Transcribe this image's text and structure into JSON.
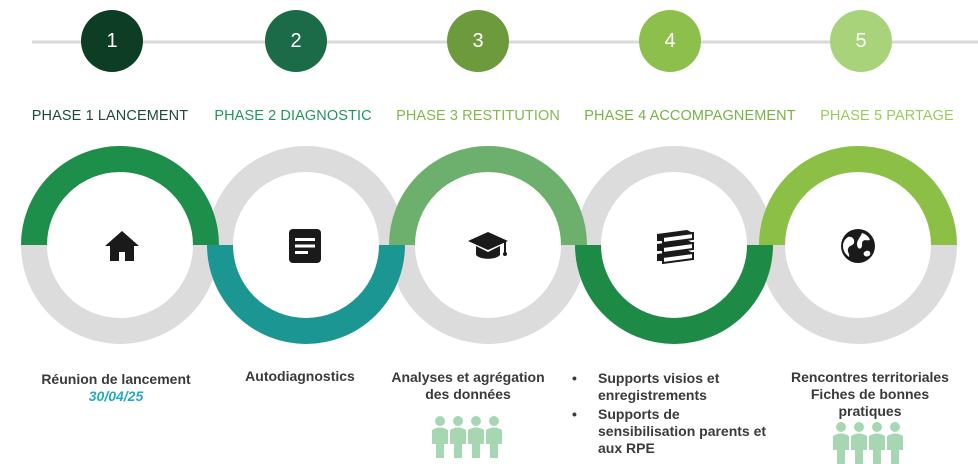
{
  "phases": [
    {
      "number": "1",
      "title": "PHASE 1 LANCEMENT",
      "icon": "home-icon",
      "color": "#0e3d26",
      "title_color": "#1d4a3a",
      "arc_color": "#1e8f4a",
      "arc": "top",
      "caption": "Réunion de lancement",
      "date": "30/04/25"
    },
    {
      "number": "2",
      "title": "PHASE 2 DIAGNOSTIC",
      "icon": "document-icon",
      "color": "#1b6b48",
      "title_color": "#22955c",
      "arc_color": "#1c9693",
      "arc": "bottom",
      "caption": "Autodiagnostics"
    },
    {
      "number": "3",
      "title": "PHASE 3 RESTITUTION",
      "icon": "graduation-cap-icon",
      "color": "#6c9a3c",
      "title_color": "#83b84f",
      "arc_color": "#6db06e",
      "arc": "top",
      "caption": "Analyses et agrégation des données"
    },
    {
      "number": "4",
      "title": "PHASE 4 ACCOMPAGNEMENT",
      "icon": "books-icon",
      "color": "#8cbf4b",
      "title_color": "#76b248",
      "arc_color": "#1d8a45",
      "arc": "bottom",
      "bullets": [
        "Supports visios et enregistrements",
        "Supports de sensibilisation parents et aux RPE"
      ]
    },
    {
      "number": "5",
      "title": "PHASE 5 PARTAGE",
      "icon": "globe-icon",
      "color": "#a9d37a",
      "title_color": "#9ac95e",
      "arc_color": "#8cbf45",
      "arc": "top",
      "caption": "Rencontres territoriales Fiches de bonnes pratiques"
    }
  ],
  "colors": {
    "line": "#d9d9d9",
    "ring_base": "#dcdcdc",
    "icon": "#1a1a1a",
    "people": "#a7d7b2"
  }
}
